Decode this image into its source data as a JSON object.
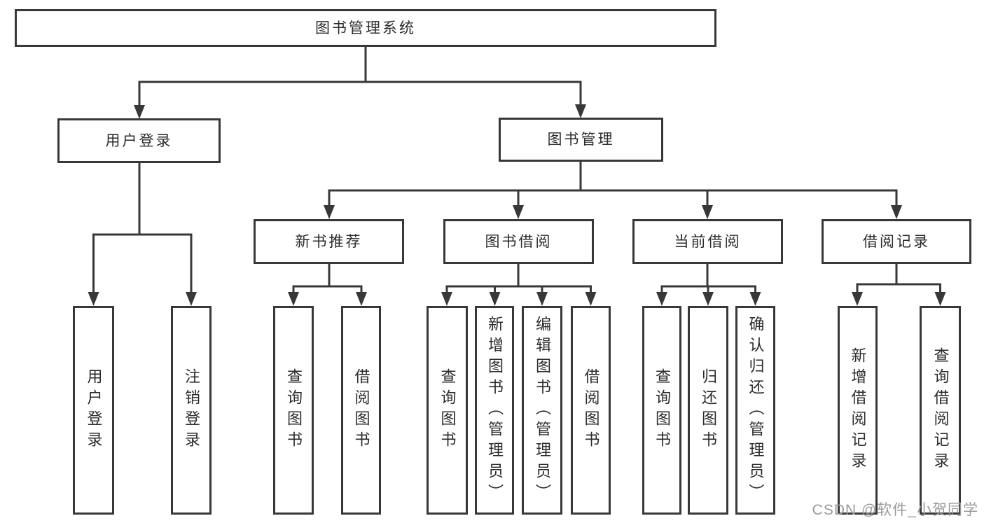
{
  "diagram": {
    "root": "图书管理系统",
    "branches": [
      {
        "label": "用户登录",
        "children": [
          "用户登录",
          "注销登录"
        ]
      },
      {
        "label": "图书管理",
        "sections": [
          {
            "label": "新书推荐",
            "children": [
              "查询图书",
              "借阅图书"
            ]
          },
          {
            "label": "图书借阅",
            "children": [
              "查询图书",
              "新增图书（管理员）",
              "编辑图书（管理员）",
              "借阅图书"
            ]
          },
          {
            "label": "当前借阅",
            "children": [
              "查询图书",
              "归还图书",
              "确认归还（管理员）"
            ]
          },
          {
            "label": "借阅记录",
            "children": [
              "新增借阅记录",
              "查询借阅记录"
            ]
          }
        ]
      }
    ]
  },
  "watermark": "CSDN @软件_小贺同学",
  "colors": {
    "line": "#383838",
    "text": "#2b2b2b",
    "background": "#ffffff",
    "watermark": "#9b9b9b"
  }
}
